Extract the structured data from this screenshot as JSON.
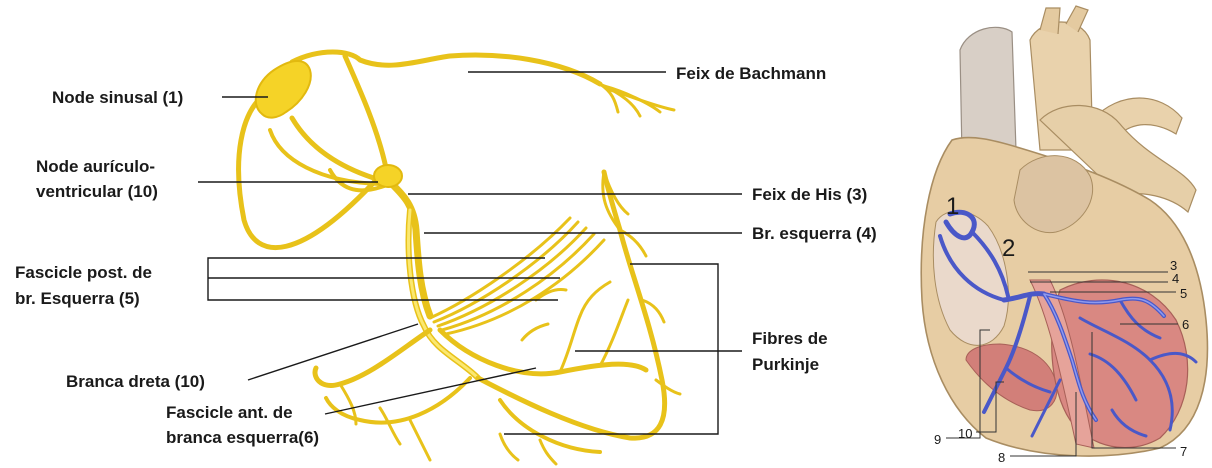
{
  "conduction_diagram": {
    "labels": {
      "sinus_node": "Node sinusal (1)",
      "bachmann": "Feix de Bachmann",
      "av_node_line1": "Node aurículo-",
      "av_node_line2": "ventricular (10)",
      "his_bundle": "Feix de His (3)",
      "left_branch": "Br. esquerra (4)",
      "posterior_fascicle_line1": "Fascicle post. de",
      "posterior_fascicle_line2": "br. Esquerra (5)",
      "right_branch": "Branca dreta (10)",
      "purkinje_line1": "Fibres de",
      "purkinje_line2": "Purkinje",
      "anterior_fascicle_line1": "Fascicle ant. de",
      "anterior_fascicle_line2": "branca esquerra(6)"
    },
    "colors": {
      "fiber": "#f5d327",
      "fiber_outline": "#e2b90f"
    }
  },
  "heart_illustration": {
    "numbers": [
      "1",
      "2",
      "3",
      "4",
      "5",
      "6",
      "7",
      "8",
      "9",
      "10"
    ],
    "colors": {
      "conduction_system": "#5b68d8",
      "muscle": "#d9837f",
      "tissue": "#e8cfa7"
    }
  }
}
